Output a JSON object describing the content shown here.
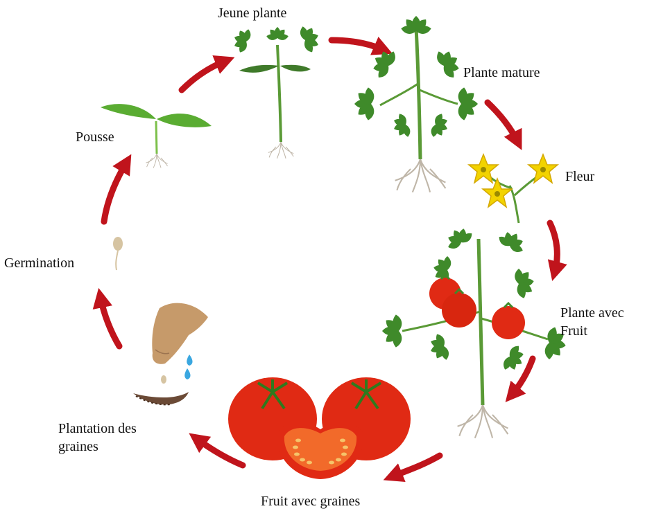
{
  "diagram": {
    "type": "cycle",
    "stages": [
      {
        "id": "jeune-plante",
        "label": "Jeune plante"
      },
      {
        "id": "plante-mature",
        "label": "Plante mature"
      },
      {
        "id": "fleur",
        "label": "Fleur"
      },
      {
        "id": "plante-avec-fruit",
        "label_line1": "Plante avec",
        "label_line2": "Fruit"
      },
      {
        "id": "fruit-avec-graines",
        "label": "Fruit avec graines"
      },
      {
        "id": "plantation",
        "label_line1": "Plantation des",
        "label_line2": "graines"
      },
      {
        "id": "germination",
        "label": "Germination"
      },
      {
        "id": "pousse",
        "label": "Pousse"
      }
    ],
    "colors": {
      "arrow": "#c0141c",
      "leaf": "#3f8a2a",
      "leaf_light": "#7cc04a",
      "stem": "#5a9a36",
      "root": "#bfb6a8",
      "flower": "#f2d300",
      "tomato": "#e02a14",
      "tomato_inner": "#f26a2a",
      "seed": "#f5c46a",
      "soil": "#6b4a36",
      "hand": "#c69a6a",
      "water": "#3aa7e0"
    }
  }
}
